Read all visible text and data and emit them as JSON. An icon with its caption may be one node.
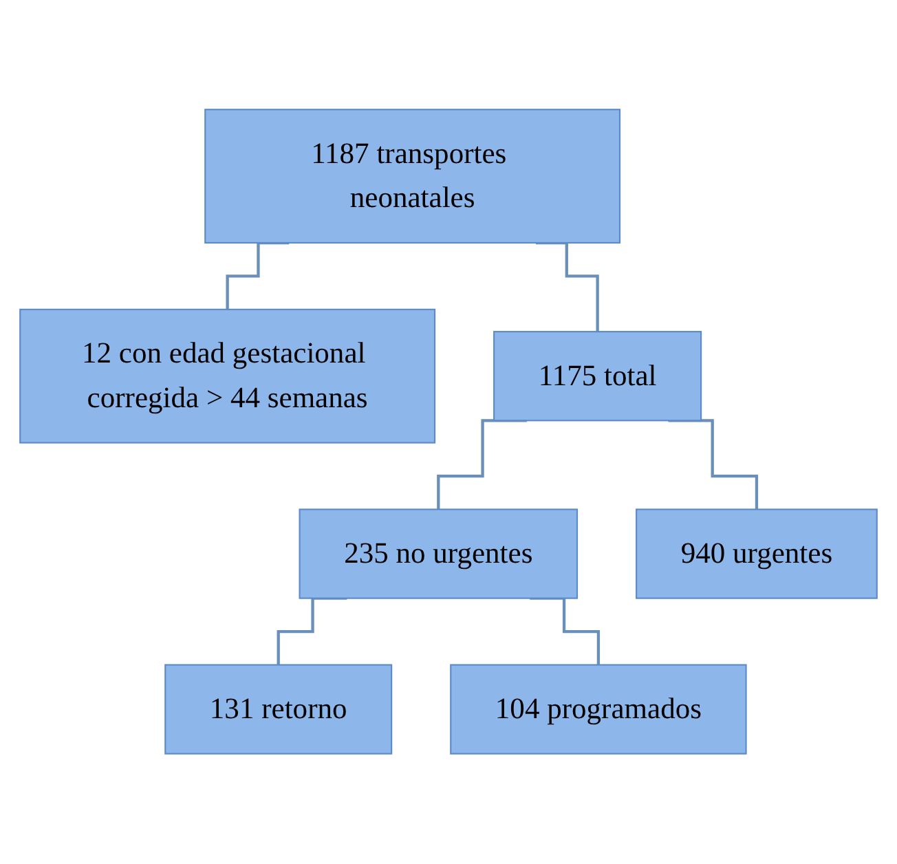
{
  "diagram": {
    "nodes": [
      {
        "text": [
          "1187 transportes neonatales"
        ]
      },
      {
        "text": [
          "12 con edad gestacional corregida > 44 semanas"
        ]
      },
      {
        "text": [
          "1175 total"
        ]
      },
      {
        "text": [
          "235 no urgentes"
        ]
      },
      {
        "text": [
          "940 urgentes"
        ]
      },
      {
        "text": [
          "131 retorno"
        ]
      },
      {
        "text": [
          "104 programados"
        ]
      }
    ],
    "edges": [
      {
        "from": 0,
        "to": 1,
        "arrow": "none"
      },
      {
        "from": 0,
        "to": 2,
        "arrow": "none"
      },
      {
        "from": 2,
        "to": 3,
        "arrow": "none"
      },
      {
        "from": 2,
        "to": 4,
        "arrow": "none"
      },
      {
        "from": 3,
        "to": 5,
        "arrow": "none"
      },
      {
        "from": 3,
        "to": 6,
        "arrow": "none"
      }
    ]
  }
}
